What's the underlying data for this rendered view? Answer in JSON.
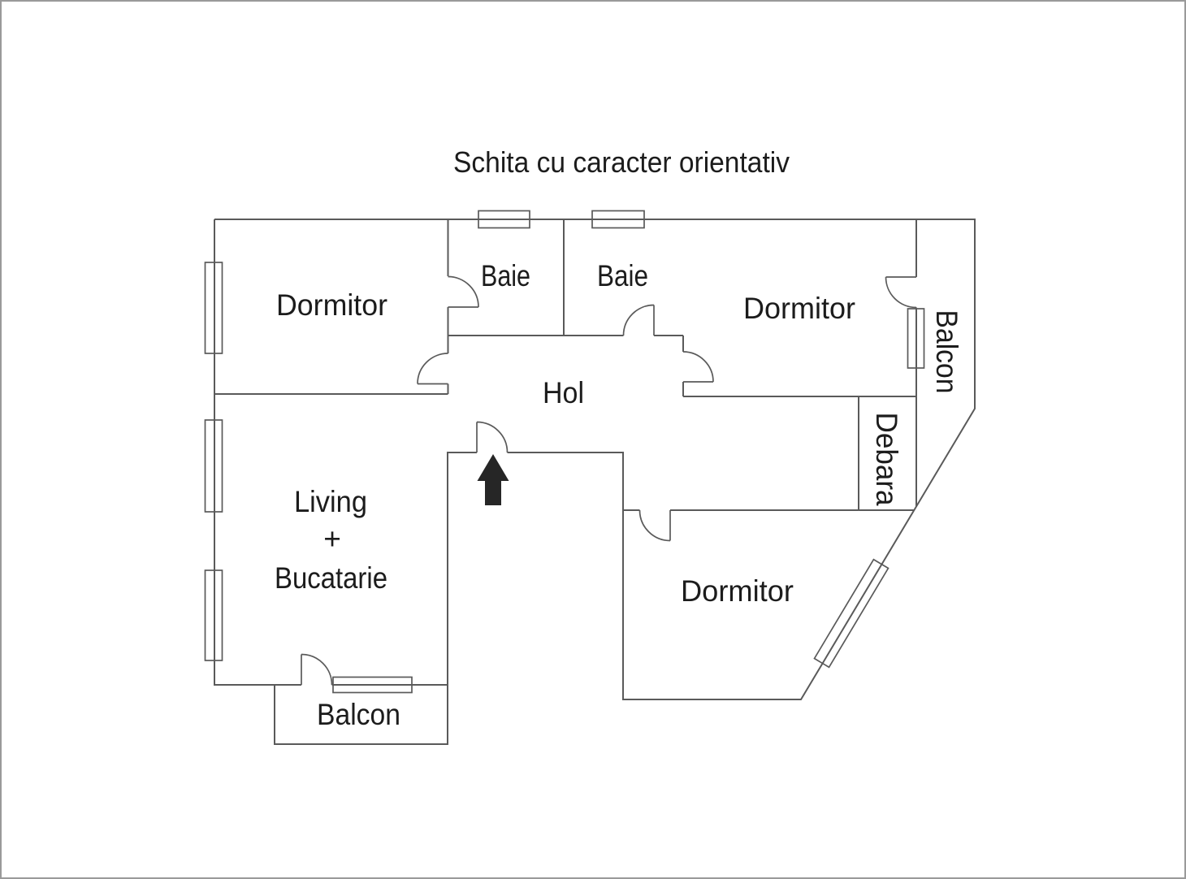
{
  "title": "Schita cu caracter orientativ",
  "rooms": {
    "dormitor_top_left": "Dormitor",
    "baie_left": "Baie",
    "baie_right": "Baie",
    "dormitor_top_right": "Dormitor",
    "balcon_right": "Balcon",
    "debara": "Debara",
    "hol": "Hol",
    "living_line1": "Living",
    "living_line2": "+",
    "living_line3": "Bucatarie",
    "dormitor_bottom": "Dormitor",
    "balcon_bottom": "Balcon"
  },
  "icons": {
    "entrance_arrow": "up-arrow"
  },
  "colors": {
    "wall": "#5a5a5a",
    "text": "#1c1c1c",
    "arrow": "#262626",
    "frame": "#9a9a9a",
    "background": "#ffffff"
  }
}
